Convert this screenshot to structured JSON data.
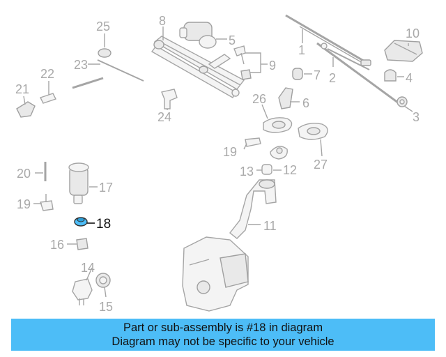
{
  "callouts": {
    "c1": "1",
    "c2": "2",
    "c3": "3",
    "c4": "4",
    "c5": "5",
    "c6": "6",
    "c7": "7",
    "c8": "8",
    "c9": "9",
    "c10": "10",
    "c11": "11",
    "c12": "12",
    "c13": "13",
    "c14": "14",
    "c15": "15",
    "c16": "16",
    "c17": "17",
    "c18": "18",
    "c19a": "19",
    "c19b": "19",
    "c20": "20",
    "c21": "21",
    "c22": "22",
    "c23": "23",
    "c24": "24",
    "c25": "25",
    "c26": "26",
    "c27": "27"
  },
  "highlight_color": "#4dbdf7",
  "banner": {
    "line1": "Part or sub-assembly is #18 in diagram",
    "line2": "Diagram may not be specific to your vehicle"
  }
}
